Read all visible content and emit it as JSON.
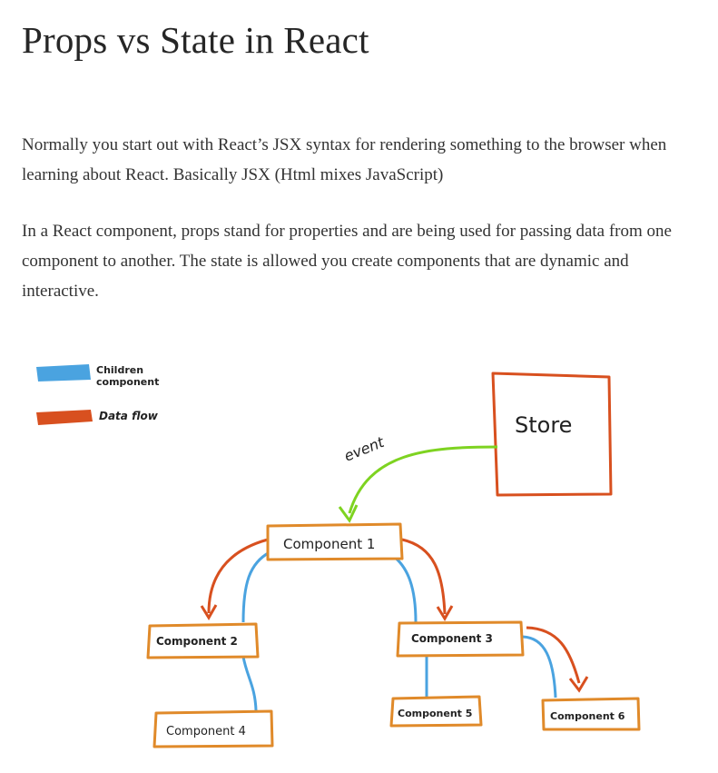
{
  "article": {
    "title": "Props vs State in React",
    "paragraphs": [
      "Normally you start out with React’s JSX syntax for rendering something to the browser when learning about React. Basically JSX (Html mixes JavaScript)",
      "In a React component, props stand for properties and are being used for passing data from one component to another. The state is allowed you create components that are dynamic and interactive."
    ]
  },
  "diagram": {
    "legend": {
      "children_label_line1": "Children",
      "children_label_line2": "component",
      "data_flow_label": "Data flow"
    },
    "store_label": "Store",
    "event_label": "event",
    "components": {
      "c1": "Component 1",
      "c2": "Component 2",
      "c3": "Component 3",
      "c4": "Component 4",
      "c5": "Component 5",
      "c6": "Component 6"
    },
    "colors": {
      "children": "#4aa3e0",
      "data_flow": "#d8501f",
      "event": "#7ed321",
      "box_border": "#e08a2a",
      "store_border": "#d8501f"
    }
  }
}
